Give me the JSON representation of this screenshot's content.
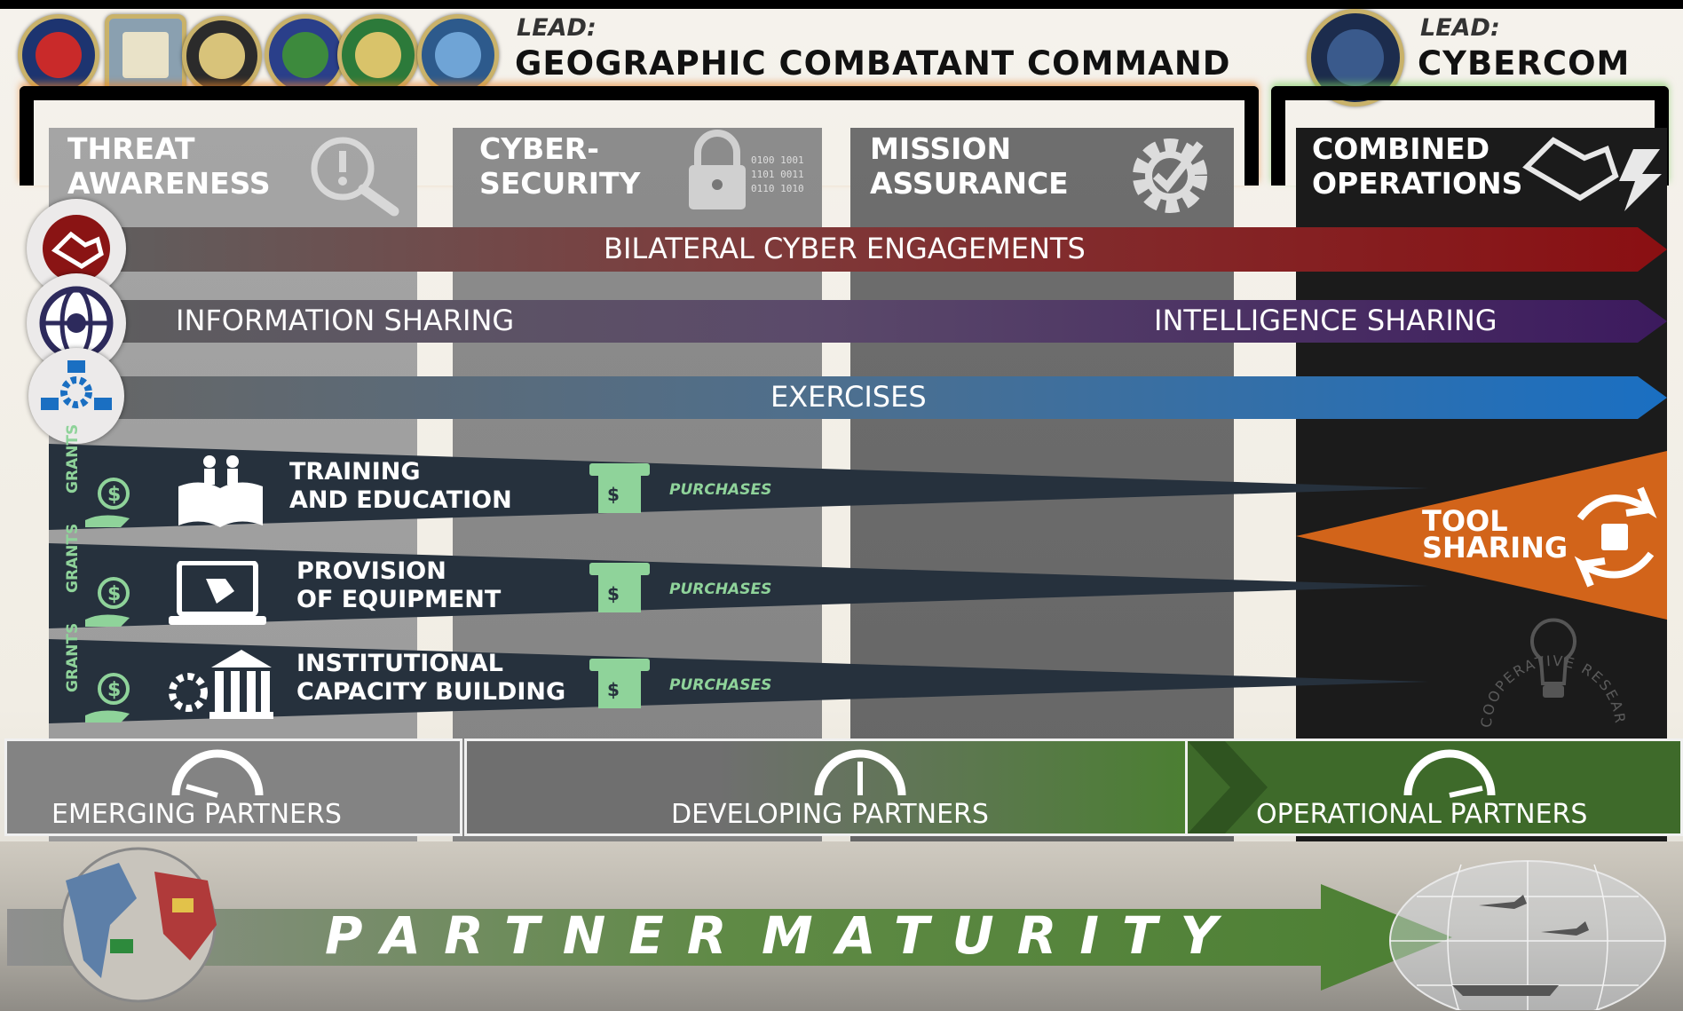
{
  "leads": [
    {
      "small": "LEAD:",
      "big": "GEOGRAPHIC COMBATANT COMMAND"
    },
    {
      "small": "LEAD:",
      "big": "CYBERCOM"
    }
  ],
  "columns": [
    {
      "line1": "THREAT",
      "line2": "AWARENESS",
      "icon": "magnifier-alert-icon"
    },
    {
      "line1": "CYBER-",
      "line2": "SECURITY",
      "icon": "padlock-icon"
    },
    {
      "line1": "MISSION",
      "line2": "ASSURANCE",
      "icon": "gear-check-icon"
    },
    {
      "line1": "COMBINED",
      "line2": "OPERATIONS",
      "icon": "handshake-lightning-icon"
    }
  ],
  "arrows": {
    "bilateral": "BILATERAL CYBER ENGAGEMENTS",
    "info": "INFORMATION SHARING",
    "intel": "INTELLIGENCE SHARING",
    "exercises": "EXERCISES"
  },
  "rows": [
    {
      "grants": "GRANTS",
      "line1": "TRAINING",
      "line2": "AND EDUCATION",
      "purchases": "PURCHASES",
      "icon": "book-students-icon"
    },
    {
      "grants": "GRANTS",
      "line1": "PROVISION",
      "line2": "OF EQUIPMENT",
      "purchases": "PURCHASES",
      "icon": "laptop-icon"
    },
    {
      "grants": "GRANTS",
      "line1": "INSTITUTIONAL",
      "line2": "CAPACITY BUILDING",
      "purchases": "PURCHASES",
      "icon": "institution-icon"
    }
  ],
  "tool_sharing": {
    "line1": "TOOL",
    "line2": "SHARING"
  },
  "research": "COOPERATIVE RESEARCH & DEVELOPMENT",
  "partners": [
    "EMERGING PARTNERS",
    "DEVELOPING PARTNERS",
    "OPERATIONAL PARTNERS"
  ],
  "maturity": {
    "word1": "PARTNER",
    "word2": "MATURITY"
  },
  "colors": {
    "bilateral": "#8a0f12",
    "info_end": "#3c1a5e",
    "exercises": "#1a6fc2",
    "tool": "#d2641a",
    "green": "#4c7f33",
    "navy": "#26313d"
  }
}
